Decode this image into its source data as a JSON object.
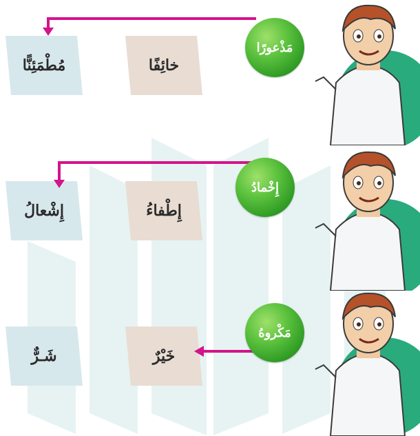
{
  "colors": {
    "arrow": "#d3148b",
    "ball_green": "#4fb535",
    "card_blue": "#d7e8ec",
    "card_beige": "#e9dcd3",
    "watermark": "#e7f3f3"
  },
  "rows": [
    {
      "ball_word": "مَذْعورًا",
      "options": [
        "خائِفًا",
        "مُطْمَئِنًّا"
      ],
      "arrow_points_to": "مُطْمَئِنًّا"
    },
    {
      "ball_word": "إِخْمادُ",
      "options": [
        "إِطْفاءُ",
        "إِشْعالُ"
      ],
      "arrow_points_to": "إِشْعالُ"
    },
    {
      "ball_word": "مَكْروهُ",
      "options": [
        "خَيْرٌ",
        "شَـرٌّ"
      ],
      "arrow_points_to": "خَيْرٌ"
    }
  ],
  "icons": {
    "character": "boy-in-thobe-illustration",
    "watermark": "book-logo-watermark"
  }
}
